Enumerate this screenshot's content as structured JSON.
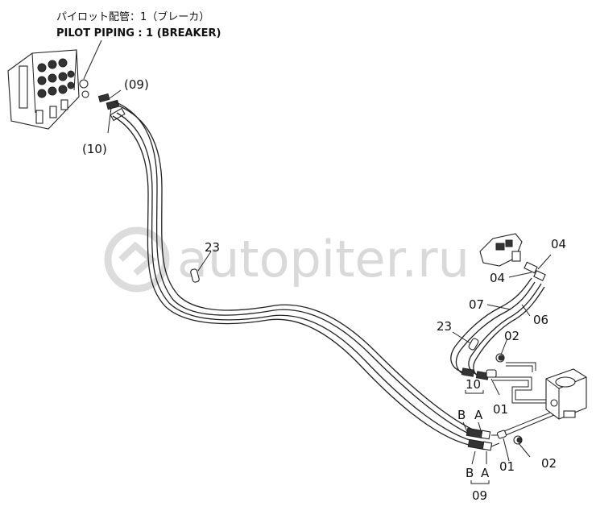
{
  "title_jp": "パイロット配管：1（ブレーカ）",
  "title_en": "PILOT PIPING : 1 (BREAKER)",
  "watermark": "autopiter.ru",
  "labels": {
    "l09_top": "(09)",
    "l10_top": "(10)",
    "l23_mid": "23",
    "l04_a": "04",
    "l04_b": "04",
    "l07": "07",
    "l06": "06",
    "l23_right": "23",
    "l02_a": "02",
    "l01_a": "01",
    "l10_bottom": "10",
    "lB_upper": "B",
    "lA_upper": "A",
    "l01_b": "01",
    "l02_b": "02",
    "lB_lower": "B",
    "lA_lower": "A",
    "l09_bottom": "09"
  }
}
